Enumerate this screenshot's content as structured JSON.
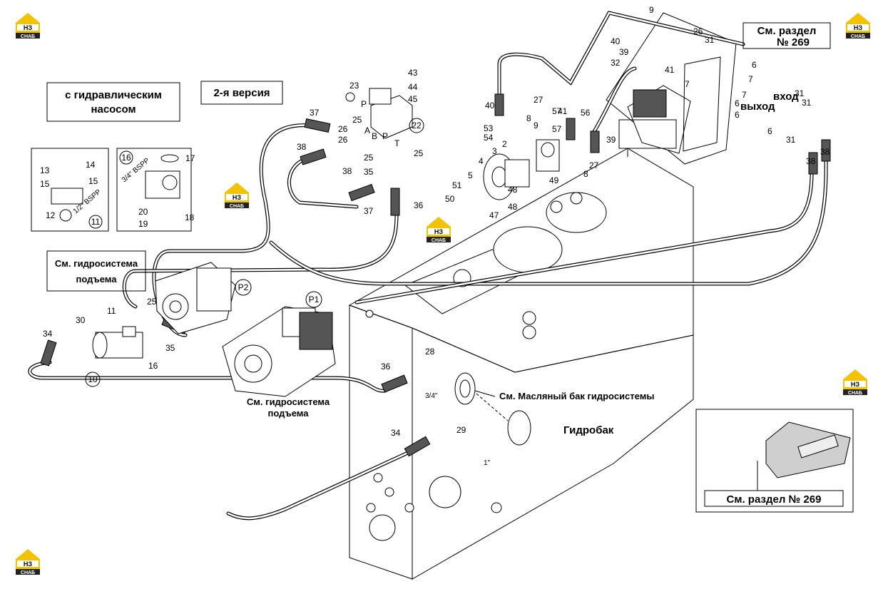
{
  "boxes": {
    "pump_note": [
      "с гидравлическим",
      "насосом"
    ],
    "version": "2-я версия",
    "lift_note": [
      "См. гидросистема",
      "подъема"
    ],
    "section_top": [
      "См. раздел",
      "№ 269"
    ],
    "section_bottom": "См. раздел № 269"
  },
  "texts": {
    "lift_caption": [
      "См. гидросистема",
      "подъема"
    ],
    "oil_tank": "См. Масляный бак гидросистемы",
    "tank": "Гидробак",
    "inlet": "вход",
    "outlet": "выход",
    "bspp_half": "1/2\" BSPP",
    "bspp_34": "3/4\" BSPP",
    "thread_34": "3/4\"",
    "thread_1": "1\""
  },
  "logo": {
    "top": "НЗ",
    "bottom": "СНАБ",
    "color": "#f3c200"
  },
  "circle_labels": [
    "22",
    "11",
    "16",
    "10",
    "P1",
    "P2"
  ],
  "part_labels": [
    "43",
    "44",
    "45",
    "23",
    "P",
    "A",
    "B",
    "P",
    "T",
    "25",
    "25",
    "26",
    "25",
    "26",
    "37",
    "38",
    "38",
    "35",
    "37",
    "36",
    "13",
    "14",
    "15",
    "15",
    "12",
    "17",
    "20",
    "19",
    "18",
    "40",
    "27",
    "53",
    "54",
    "8",
    "9",
    "3",
    "4",
    "2",
    "5",
    "51",
    "50",
    "47",
    "48",
    "48",
    "49",
    "57",
    "41",
    "57",
    "56",
    "39",
    "27",
    "8",
    "9",
    "40",
    "39",
    "32",
    "41",
    "26",
    "31",
    "7",
    "6",
    "7",
    "6",
    "31",
    "38",
    "38",
    "6",
    "6",
    "31",
    "31",
    "7",
    "11",
    "25",
    "30",
    "34",
    "35",
    "16",
    "28",
    "36",
    "34",
    "29"
  ],
  "label_icon": "ventilation-label-icon",
  "icons": [
    "hydraulic-pump-icon",
    "gear-pump-icon",
    "hydraulic-tank-icon",
    "heat-exchanger-icon"
  ]
}
